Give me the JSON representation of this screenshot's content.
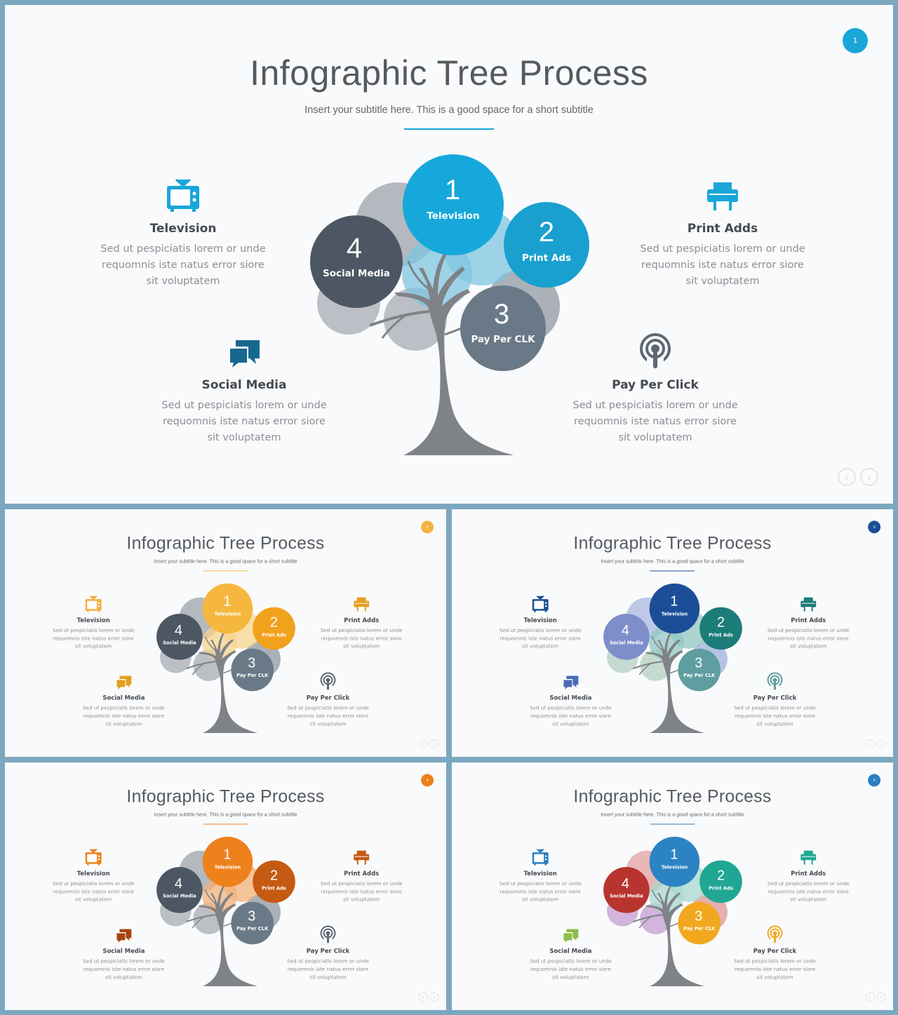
{
  "slide": {
    "title": "Infographic Tree Process",
    "subtitle": "Insert your subtitle here. This is a good space for a short subtitle",
    "description": "Sed ut pespiciatis lorem or unde requomnis iste natus error siore sit voluptatem",
    "nav_prev": "‹",
    "nav_next": "›",
    "items": {
      "television": {
        "label": "Television",
        "icon": "tv-icon"
      },
      "print_adds": {
        "label": "Print Adds",
        "icon": "printer-icon"
      },
      "social_media": {
        "label": "Social Media",
        "icon": "chat-bubbles-icon"
      },
      "pay_per_click": {
        "label": "Pay Per Click",
        "icon": "podcast-icon"
      }
    },
    "nodes": [
      {
        "number": "1",
        "label": "Television"
      },
      {
        "number": "2",
        "label": "Print Ads"
      },
      {
        "number": "3",
        "label": "Pay Per CLK"
      },
      {
        "number": "4",
        "label": "Social Media"
      }
    ]
  },
  "variants": [
    {
      "badge": "1",
      "accent": "#1aa6d9",
      "c1": "#17a8db",
      "c2": "#1aa0cf",
      "c3": "#6a7987",
      "c4": "#4c5763",
      "ic_tv": "#1aa6d9",
      "ic_print": "#1aa6d9",
      "ic_social": "#17688f",
      "ic_pay": "#5d6873",
      "bg1": "#9ca3ab",
      "bg2": "#7fc5e0",
      "bg3": "#acb2b9"
    },
    {
      "badge": "2",
      "accent": "#f4b23e",
      "c1": "#f5b73e",
      "c2": "#f0a21c",
      "c3": "#6a7987",
      "c4": "#4c5763",
      "ic_tv": "#f3b13d",
      "ic_print": "#e59d21",
      "ic_social": "#e3a021",
      "ic_pay": "#5d6873",
      "bg1": "#9ca3ab",
      "bg2": "#f7d48e",
      "bg3": "#acb2b9"
    },
    {
      "badge": "3",
      "accent": "#1b4f94",
      "c1": "#1b4e97",
      "c2": "#1c7c77",
      "c3": "#5e9da0",
      "c4": "#7d8ec9",
      "ic_tv": "#1b4f94",
      "ic_print": "#1d7c78",
      "ic_social": "#4a6bb6",
      "ic_pay": "#5e9da0",
      "bg1": "#a9b8e0",
      "bg2": "#93c7c3",
      "bg3": "#b8d3c5"
    },
    {
      "badge": "4",
      "accent": "#ee7f1b",
      "c1": "#ef811d",
      "c2": "#c55a12",
      "c3": "#6a7987",
      "c4": "#4c5763",
      "ic_tv": "#ef811d",
      "ic_print": "#c55a12",
      "ic_social": "#a5450e",
      "ic_pay": "#5d6873",
      "bg1": "#9ca3ab",
      "bg2": "#f2b27a",
      "bg3": "#acb2b9"
    },
    {
      "badge": "5",
      "accent": "#2a7fc1",
      "c1": "#2c83c4",
      "c2": "#1fa793",
      "c3": "#f1a81f",
      "c4": "#b8342f",
      "ic_tv": "#2a7fc1",
      "ic_print": "#1fa793",
      "ic_social": "#8cbc4a",
      "ic_pay": "#f1a81f",
      "bg1": "#e3a0a0",
      "bg2": "#a8d8cf",
      "bg3": "#c8a3d4"
    }
  ]
}
